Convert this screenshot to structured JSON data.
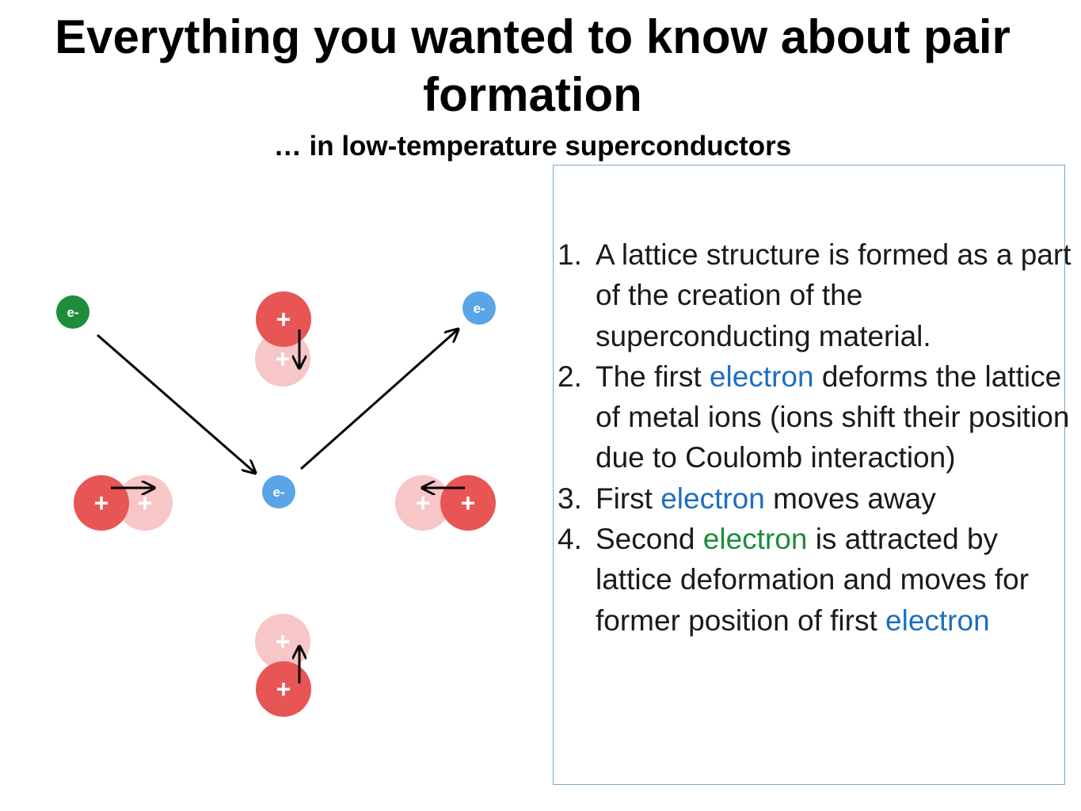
{
  "title": "Everything you wanted to know about pair formation",
  "subtitle": "… in low-temperature superconductors",
  "labels": {
    "electron": "e-",
    "ion": "+"
  },
  "colors": {
    "ion": "#e85555",
    "ion_shifted": "#f7c6c6",
    "electron_first": "#5aa5e8",
    "electron_second": "#1e8c3a",
    "highlight_blue": "#1d6fc0",
    "highlight_green": "#1e8c3a"
  },
  "steps": [
    {
      "num": "1.",
      "parts": [
        {
          "text": "A lattice structure is formed as a part of the creation of the superconducting material."
        }
      ]
    },
    {
      "num": "2.",
      "parts": [
        {
          "text": "The first "
        },
        {
          "text": "electron",
          "hl": "blue"
        },
        {
          "text": " deforms the lattice of metal ions (ions shift their position due to Coulomb interaction)"
        }
      ]
    },
    {
      "num": "3.",
      "parts": [
        {
          "text": "First "
        },
        {
          "text": "electron",
          "hl": "blue"
        },
        {
          "text": " moves away"
        }
      ]
    },
    {
      "num": "4.",
      "parts": [
        {
          "text": "Second "
        },
        {
          "text": "electron",
          "hl": "green"
        },
        {
          "text": " is attracted by lattice deformation and moves for former position of first "
        },
        {
          "text": "electron",
          "hl": "blue"
        }
      ]
    }
  ]
}
